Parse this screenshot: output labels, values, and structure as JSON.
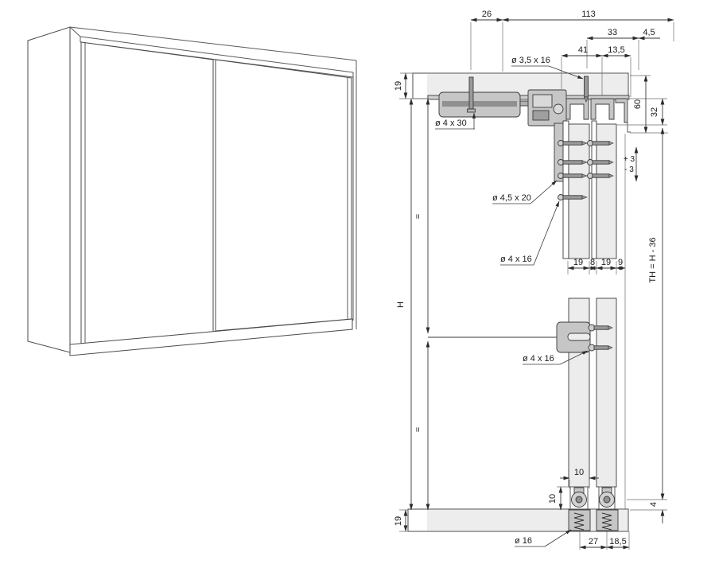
{
  "colors": {
    "panel_fill": "#ededed",
    "door_fill": "#ececec",
    "hardware_fill": "#c6c6c6",
    "hardware_dark": "#9a9a9a",
    "outline": "#4a4a4a",
    "dim_line": "#3a3a3a"
  },
  "section": {
    "top_dims": {
      "d26": "26",
      "d113": "113",
      "d33": "33",
      "d45": "4,5",
      "d41": "41",
      "d135": "13,5"
    },
    "left_dims": {
      "top19": "19",
      "height": "H",
      "equal_upper": "=",
      "equal_lower": "=",
      "bottom19": "19"
    },
    "right_dims": {
      "d60": "60",
      "d32": "32",
      "plus3": "+ 3",
      "minus3": "- 3",
      "door_height": "TH = H - 36",
      "gap4": "4"
    },
    "thickness_dims": {
      "front_door": "19",
      "gap": "8",
      "back_door": "19",
      "rear_gap": "9"
    },
    "bottom_dims": {
      "width10": "10",
      "height10": "10",
      "centers27": "27",
      "offset185": "18,5"
    },
    "labels": {
      "screw_top": "ø 3,5 x 16",
      "screw_damper": "ø 4 x 30",
      "screw_hanger": "ø 4,5 x 20",
      "screw_small_top": "ø 4 x 16",
      "screw_bracket": "ø 4 x 16",
      "wheel_dia": "ø 16"
    }
  }
}
